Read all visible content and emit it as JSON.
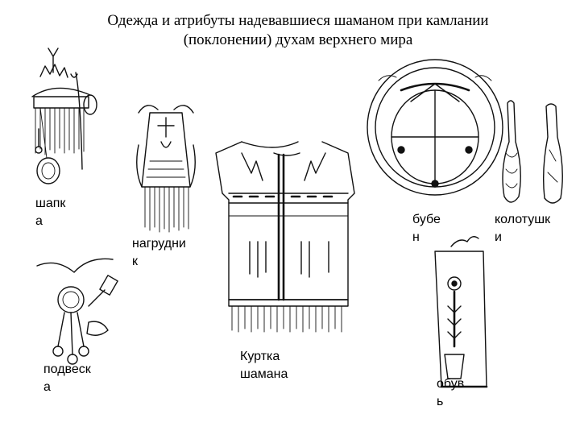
{
  "title": {
    "line1": "Одежда и атрибуты надевавшиеся шаманом при камлании",
    "line2": "(поклонении) духам верхнего мира"
  },
  "labels": {
    "hat": "шапк\nа",
    "breastplate": "нагрудни\nк",
    "jacket": "Куртка\nшамана",
    "drum": "бубе\nн",
    "beaters": "колотушк\nи",
    "pendant": "подвеск\nа",
    "boots": "обув\nь"
  }
}
